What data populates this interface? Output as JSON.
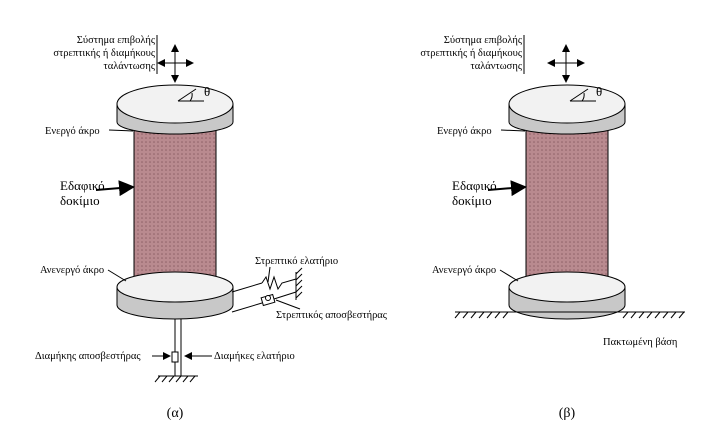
{
  "colors": {
    "specimen": "#b98a8f",
    "plate_top": "#f2f2f2",
    "plate_side": "#c8c8c8",
    "line": "#000000"
  },
  "left": {
    "excitation_label": [
      "Σύστημα επιβολής",
      "στρεπτικής ή διαμήκους",
      "ταλάντωσης"
    ],
    "angle_symbol": "θ",
    "active_end": "Ενεργό άκρο",
    "specimen_label": [
      "Εδαφικό",
      "δοκίμιο"
    ],
    "passive_end": "Ανενεργό άκρο",
    "torsional_spring": "Στρεπτικό ελατήριο",
    "torsional_damper": "Στρεπτικός αποσβεστήρας",
    "axial_damper": "Διαμήκης αποσβεστήρας",
    "axial_spring": "Διαμήκες ελατήριο",
    "caption": "(α)"
  },
  "right": {
    "excitation_label": [
      "Σύστημα επιβολής",
      "στρεπτικής ή διαμήκους",
      "ταλάντωσης"
    ],
    "angle_symbol": "θ",
    "active_end": "Ενεργό άκρο",
    "specimen_label": [
      "Εδαφικό",
      "δοκίμιο"
    ],
    "passive_end": "Ανενεργό άκρο",
    "fixed_base": "Πακτωμένη βάση",
    "caption": "(β)"
  }
}
